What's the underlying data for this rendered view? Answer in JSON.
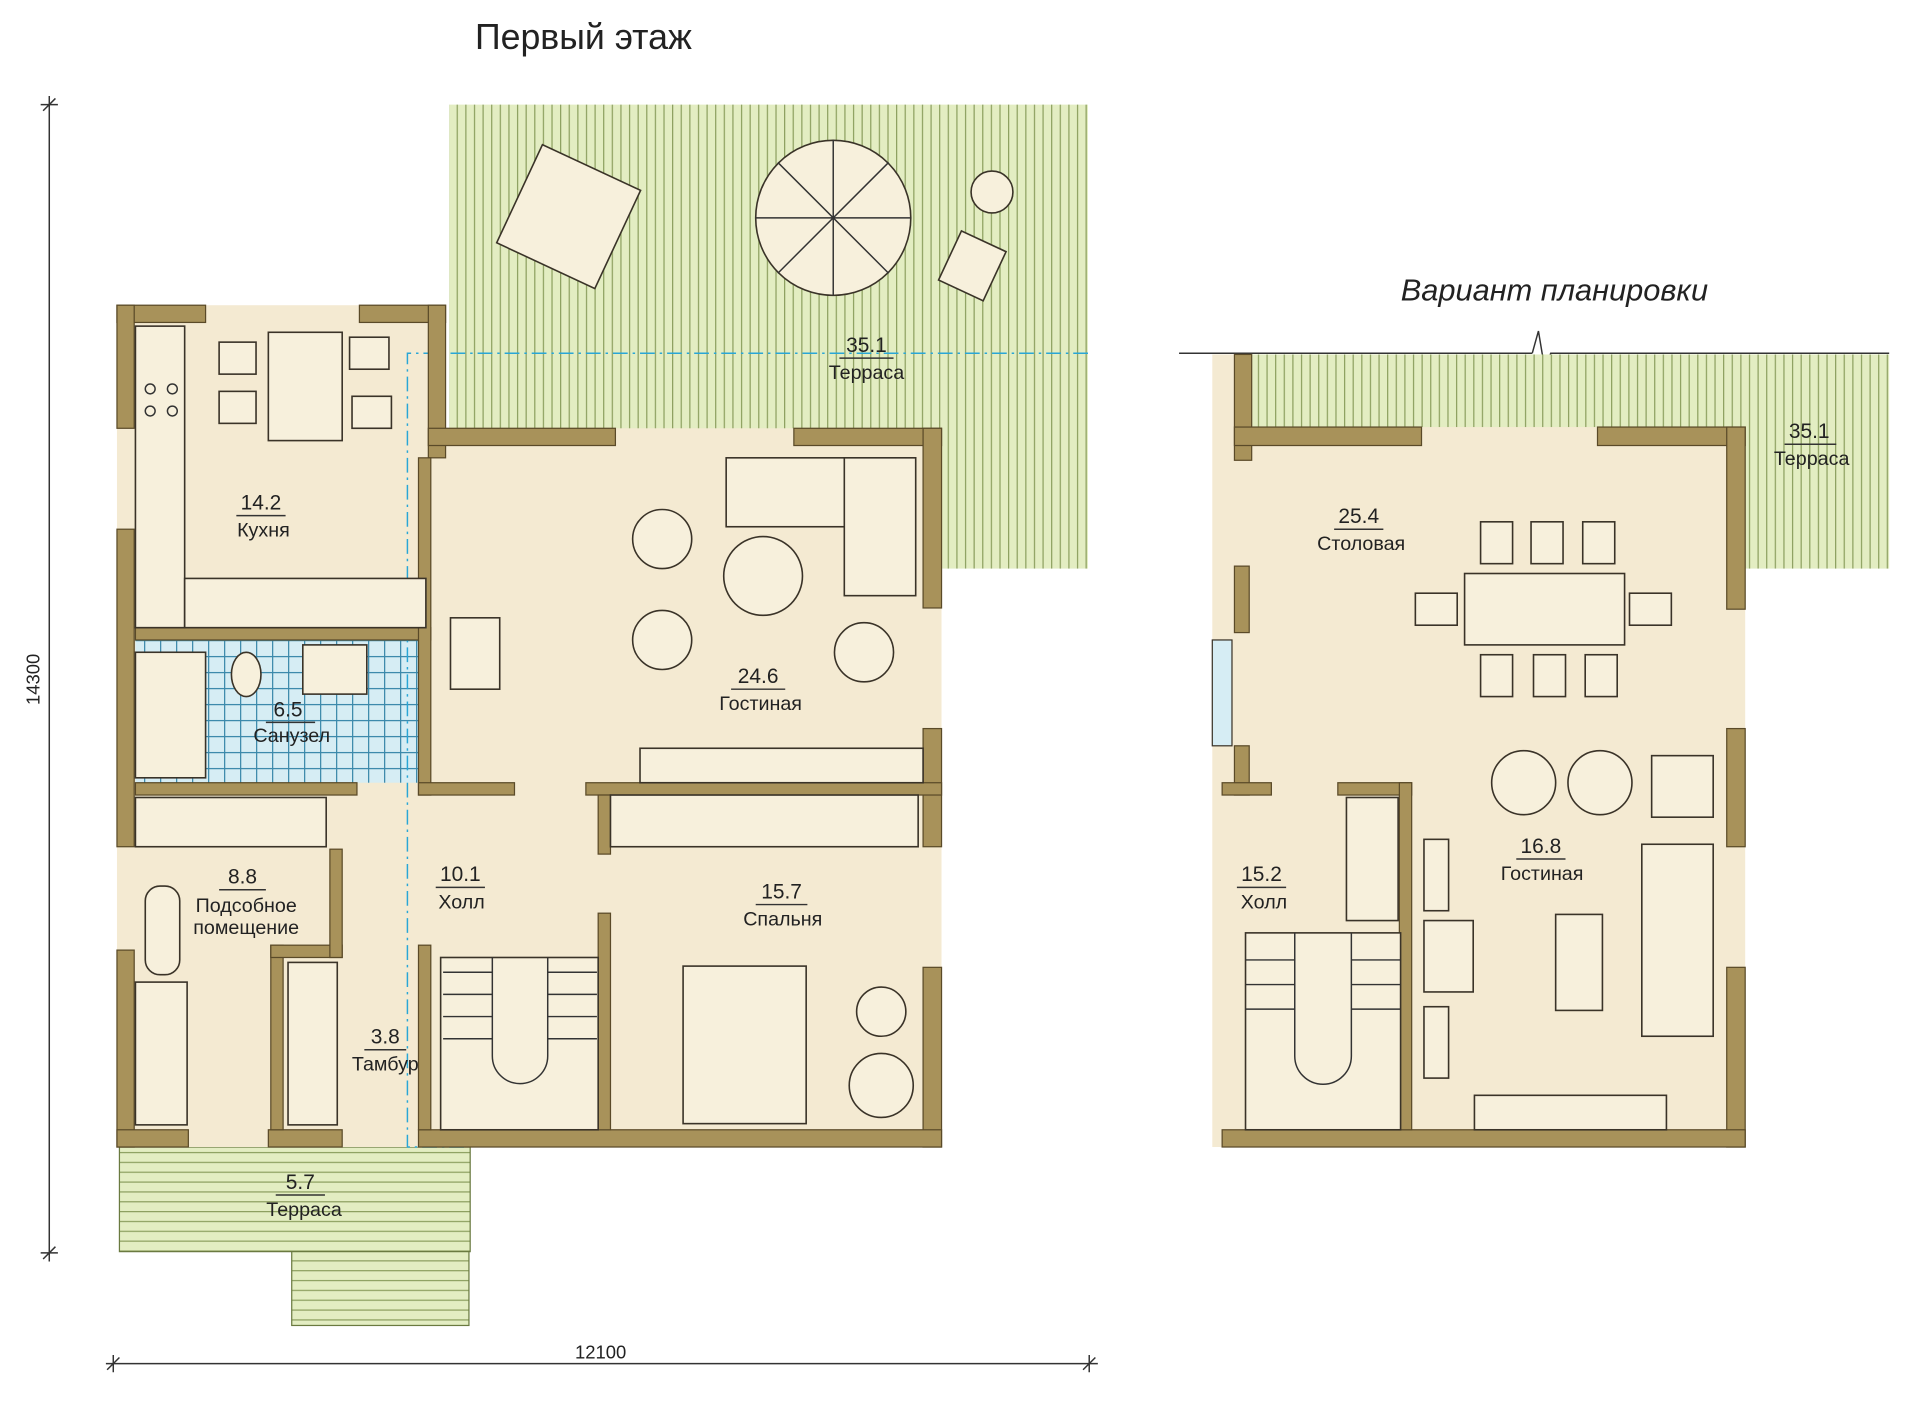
{
  "titles": {
    "main": "Первый этаж",
    "variant": "Вариант планировки"
  },
  "dimensions": {
    "height": "14300",
    "width": "12100"
  },
  "first_floor": {
    "rooms": [
      {
        "area": "35.1",
        "name": "Терраса"
      },
      {
        "area": "14.2",
        "name": "Кухня"
      },
      {
        "area": "24.6",
        "name": "Гостиная"
      },
      {
        "area": "6.5",
        "name": "Санузел"
      },
      {
        "area": "8.8",
        "name": "Подсобное помещение",
        "name_line1": "Подсобное",
        "name_line2": "помещение"
      },
      {
        "area": "10.1",
        "name": "Холл"
      },
      {
        "area": "15.7",
        "name": "Спальня"
      },
      {
        "area": "3.8",
        "name": "Тамбур"
      },
      {
        "area": "5.7",
        "name": "Терраса"
      }
    ]
  },
  "variant": {
    "rooms": [
      {
        "area": "35.1",
        "name": "Терраса"
      },
      {
        "area": "25.4",
        "name": "Столовая"
      },
      {
        "area": "16.8",
        "name": "Гостиная"
      },
      {
        "area": "15.2",
        "name": "Холл"
      }
    ]
  },
  "colors": {
    "wall": "#a8925a",
    "floor": "#f4ead2",
    "terrace": "#e3edc2",
    "tile": "#d6edf4"
  }
}
